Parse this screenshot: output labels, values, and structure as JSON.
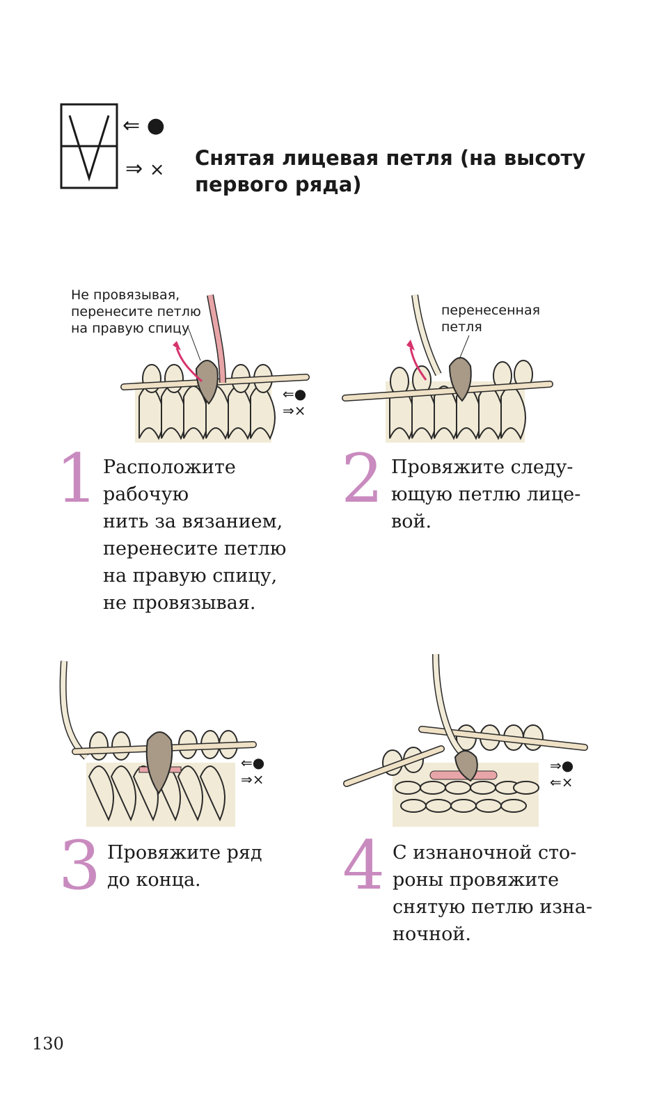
{
  "header": {
    "title": "Снятая лицевая петля (на высоту первого ряда)",
    "symbol": {
      "right_side_arrow": "⇐",
      "right_side_mark": "●",
      "wrong_side_arrow": "⇒",
      "wrong_side_mark": "×"
    }
  },
  "steps": [
    {
      "number": "1",
      "text": "Расположите рабочую\nнить за вязанием,\nперенесите петлю\nна правую спицу,\nне провязывая.",
      "callout": "Не провязывая,\nперенесите петлю\nна правую спицу"
    },
    {
      "number": "2",
      "text": "Провяжите следу-\nющую петлю лице-\nвой.",
      "callout": "перенесенная\nпетля"
    },
    {
      "number": "3",
      "text": "Провяжите ряд\nдо конца."
    },
    {
      "number": "4",
      "text": "С изнаночной сто-\nроны провяжите\nснятую петлю изна-\nночной."
    }
  ],
  "legends": {
    "front": {
      "line1": "⇐●",
      "line2": "⇒×"
    },
    "back": {
      "line1": "⇒●",
      "line2": "⇐×"
    }
  },
  "colors": {
    "accent": "#c98bbf",
    "yarn": "#f1ead6",
    "slipped_loop": "#a89a87",
    "arrow": "#d6336c",
    "pink_strand": "#e8a5a8"
  },
  "page": {
    "number": "130"
  }
}
